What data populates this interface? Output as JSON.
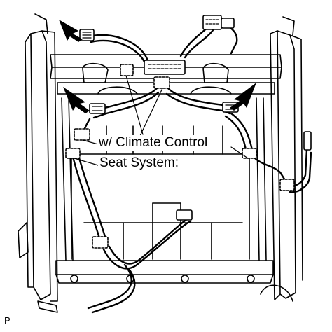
{
  "callout": {
    "line1": "w/ Climate Control",
    "line2": "Seat System:"
  },
  "figure_code": "P",
  "colors": {
    "ink": "#000000",
    "paper": "#ffffff"
  },
  "icons": [
    "arrow-pointer-icon",
    "connector-icon"
  ]
}
